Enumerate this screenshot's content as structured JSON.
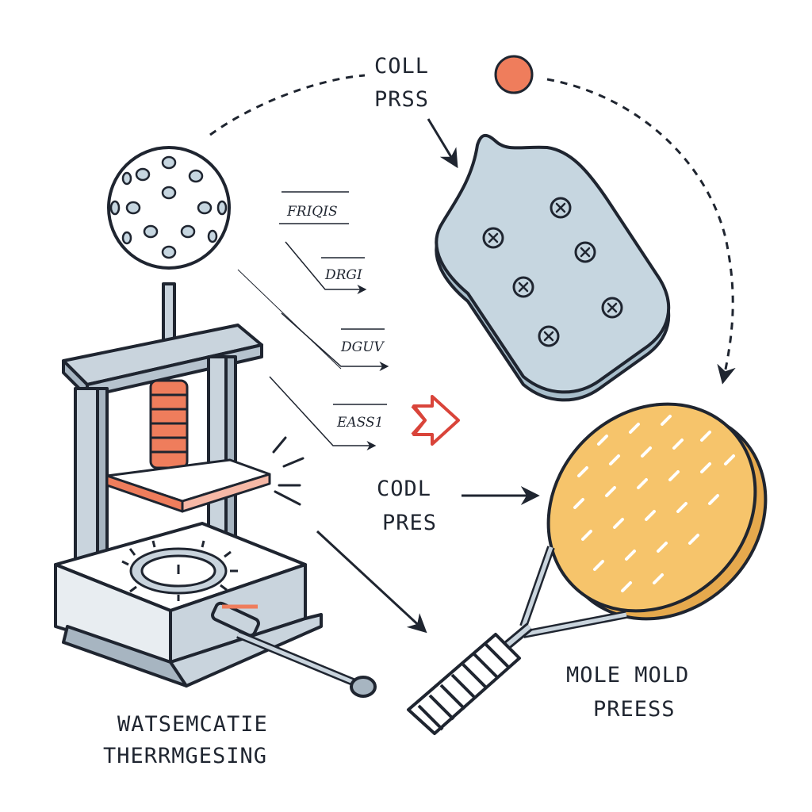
{
  "labels": {
    "top_line1": "COLL",
    "top_line2": "PRSS",
    "mid_line1": "CODL",
    "mid_line2": "PRES",
    "right_line1": "MOLE MOLD",
    "right_line2": "PREESS",
    "left_line1": "WATSEMCATIE",
    "left_line2": "THERRMGESING"
  },
  "steps": [
    "FRIQIS",
    "DRGI",
    "DGUV",
    "EASS1"
  ],
  "colors": {
    "outline": "#1f2530",
    "frame": "#c9d4dd",
    "coil": "#ef7d5c",
    "paddle": "#c6d6e0",
    "racket_face": "#f6c46b",
    "accent_red": "#d9443a"
  }
}
